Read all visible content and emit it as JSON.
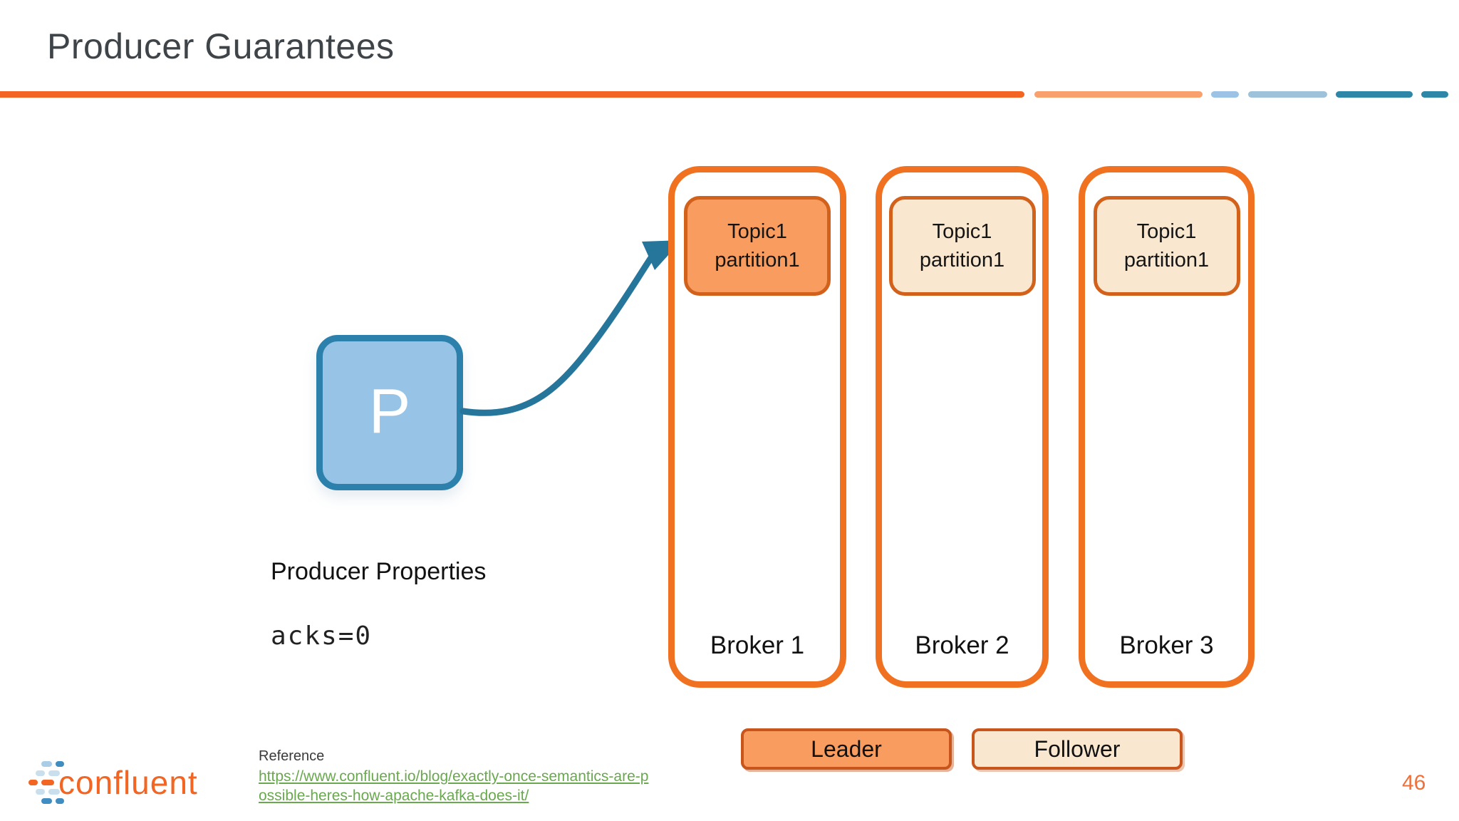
{
  "slide": {
    "title": "Producer Guarantees",
    "page_number": "46"
  },
  "producer": {
    "label": "P"
  },
  "properties": {
    "heading": "Producer Properties",
    "code": "acks=0"
  },
  "brokers": [
    {
      "name": "Broker 1",
      "partition_label": "Topic1\npartition1",
      "role": "leader"
    },
    {
      "name": "Broker 2",
      "partition_label": "Topic1\npartition1",
      "role": "follower"
    },
    {
      "name": "Broker 3",
      "partition_label": "Topic1\npartition1",
      "role": "follower"
    }
  ],
  "legend": {
    "leader_label": "Leader",
    "follower_label": "Follower"
  },
  "footer": {
    "logo_text": "confluent",
    "reference_label": "Reference",
    "reference_link_line1": "https://www.confluent.io/blog/exactly-once-semantics-are-p",
    "reference_link_line2": "ossible-heres-how-apache-kafka-does-it/"
  },
  "colors": {
    "accent_orange": "#f26522",
    "seg_salmon": "#f9a16c",
    "seg_lightblue": "#9cc3e5",
    "seg_grayblue": "#9fc2db",
    "seg_teal": "#2f87a8",
    "broker_border": "#f07120",
    "partition_border": "#d2611c",
    "leader_fill": "#f89c5f",
    "follower_fill": "#fae7cf",
    "producer_fill": "#96c3e6",
    "producer_border": "#2c80ac",
    "arrow": "#26759b",
    "legend_border": "#c8551b",
    "link_green": "#6aa84f",
    "page_orange": "#f0703b",
    "logo_orange": "#f26522",
    "logo_blue": "#3f8dc1",
    "logo_pale_blue": "#cadfee"
  }
}
